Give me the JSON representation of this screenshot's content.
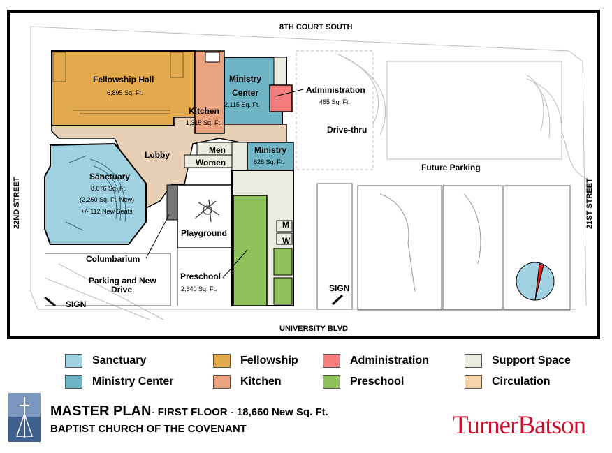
{
  "streets": {
    "north": "8TH COURT SOUTH",
    "south": "UNIVERSITY BLVD",
    "west": "22ND STREET",
    "east": "21ST STREET"
  },
  "rooms": {
    "fellowship_hall": {
      "name": "Fellowship Hall",
      "area": "6,895 Sq. Ft."
    },
    "kitchen": {
      "name": "Kitchen",
      "area": "1,315 Sq. Ft."
    },
    "ministry_center": {
      "name_line1": "Ministry",
      "name_line2": "Center",
      "area": "2,115 Sq. Ft."
    },
    "administration": {
      "name": "Administration",
      "area": "465 Sq. Ft."
    },
    "drive_thru": "Drive-thru",
    "lobby": "Lobby",
    "men": "Men",
    "women": "Women",
    "ministry": {
      "name": "Ministry",
      "area": "626 Sq. Ft."
    },
    "sanctuary": {
      "name": "Sanctuary",
      "area": "8,076 Sq. Ft.",
      "note1": "(2,250 Sq. Ft. New)",
      "note2": "+/- 112 New Seats"
    },
    "future_parking": "Future Parking",
    "playground": "Playground",
    "columbarium": "Columbarium",
    "preschool": {
      "name": "Preschool",
      "area": "2,640 Sq. Ft."
    },
    "parking": {
      "line1": "Parking and New",
      "line2": "Drive"
    },
    "m": "M",
    "w": "W",
    "sign_left": "SIGN",
    "sign_right": "SIGN"
  },
  "legend": [
    {
      "label": "Sanctuary",
      "color": "#9fd1e0"
    },
    {
      "label": "Fellowship",
      "color": "#e3a94d"
    },
    {
      "label": "Administration",
      "color": "#f47c7c"
    },
    {
      "label": "Support Space",
      "color": "#ecebe0"
    },
    {
      "label": "Ministry Center",
      "color": "#6fb4c4"
    },
    {
      "label": "Kitchen",
      "color": "#eaa37f"
    },
    {
      "label": "Preschool",
      "color": "#8ec15a"
    },
    {
      "label": "Circulation",
      "color": "#f6d3a8"
    }
  ],
  "footer": {
    "title_big": "MASTER PLAN",
    "title_rest": "- FIRST FLOOR - 18,660 New Sq. Ft.",
    "subtitle": "BAPTIST CHURCH OF THE COVENANT",
    "brand": "TurnerBatson"
  },
  "colors": {
    "sanctuary": "#9fd1e0",
    "ministry_center": "#6fb4c4",
    "fellowship": "#e3a94d",
    "kitchen": "#eaa37f",
    "administration": "#f47c7c",
    "preschool": "#8ec15a",
    "support": "#ecebe0",
    "circulation": "#e8d0b6",
    "brand_red": "#c8102e",
    "north_arrow": "#e21b1b"
  },
  "icons": {
    "north_arrow": "compass-icon",
    "logo": "steeple-logo"
  }
}
